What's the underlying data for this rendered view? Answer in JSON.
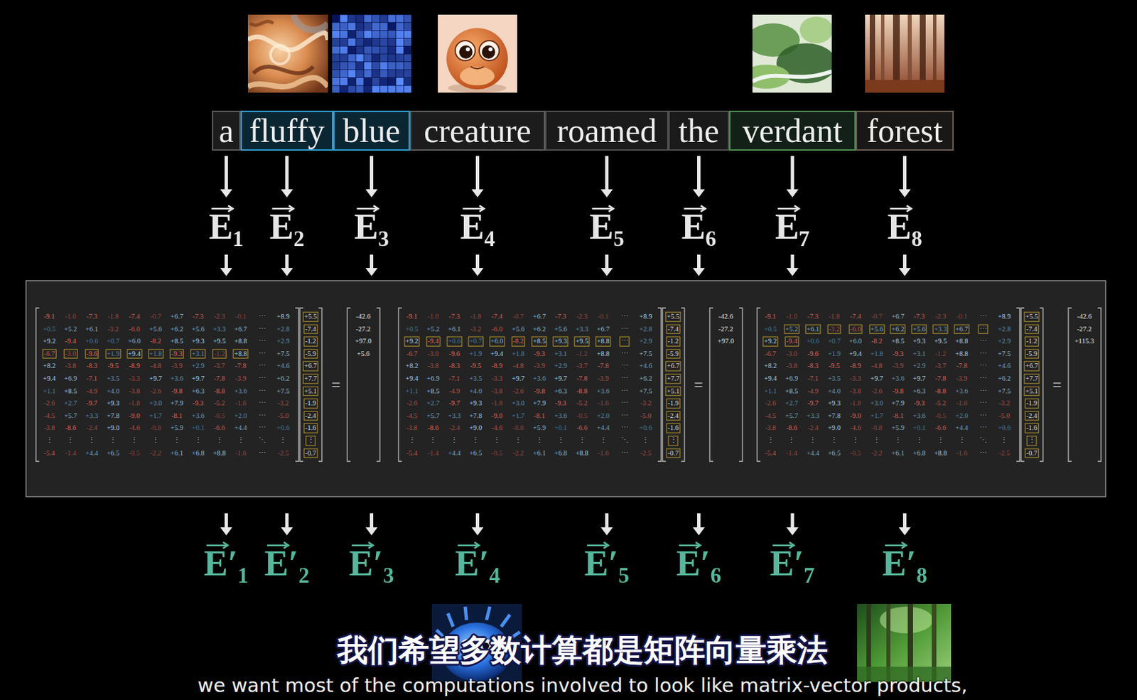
{
  "diagram": {
    "nodes": [
      {
        "text": [
          "a"
        ]
      },
      {
        "text": [
          "fluffy"
        ]
      },
      {
        "text": [
          "blue"
        ]
      },
      {
        "text": [
          "creature"
        ]
      },
      {
        "text": [
          "roamed"
        ]
      },
      {
        "text": [
          "the"
        ]
      },
      {
        "text": [
          "verdant"
        ]
      },
      {
        "text": [
          "forest"
        ]
      }
    ],
    "labels": [
      "E₁",
      "E₂",
      "E₃",
      "E₄",
      "E₅",
      "E₆",
      "E₇",
      "E₈",
      "-9.1",
      "-1.0",
      "-7.3",
      "-1.8",
      "-7.4",
      "-0.7",
      "+6.7",
      "-7.3",
      "-2.3",
      "-0.1",
      "⋯",
      "+8.9",
      "+0.5",
      "+5.2",
      "+6.1",
      "-3.2",
      "-6.0",
      "+5.6",
      "+6.2",
      "+5.6",
      "+3.3",
      "+6.7",
      "⋯",
      "+2.8",
      "+9.2",
      "-9.4",
      "+0.6",
      "+0.7",
      "+6.0",
      "-8.2",
      "+8.5",
      "+9.3",
      "+9.5",
      "+8.8",
      "⋯",
      "+2.9",
      "-6.7",
      "-3.0",
      "-9.6",
      "+1.9",
      "+9.4",
      "+1.8",
      "-9.3",
      "+3.1",
      "-1.2",
      "+8.8",
      "⋯",
      "+7.5",
      "+8.2",
      "-3.8",
      "-8.3",
      "-9.5",
      "-8.9",
      "-4.8",
      "-3.9",
      "+2.9",
      "-3.7",
      "-7.8",
      "⋯",
      "+4.6",
      "+9.4",
      "+6.9",
      "-7.1",
      "+3.5",
      "-3.3",
      "+9.7",
      "+3.6",
      "+9.7",
      "-7.8",
      "-3.9",
      "⋯",
      "+6.2",
      "+1.1",
      "+8.5",
      "-4.9",
      "+4.0",
      "-3.8",
      "-2.6",
      "-9.8",
      "+6.3",
      "-8.8",
      "+3.6",
      "⋯",
      "+7.5",
      "-2.6",
      "+2.7",
      "-9.7",
      "+9.3",
      "-1.8",
      "+3.0",
      "+7.9",
      "-9.3",
      "-5.2",
      "-1.6",
      "⋯",
      "-3.2",
      "-4.5",
      "+5.7",
      "+3.3",
      "+7.8",
      "-9.0",
      "+1.7",
      "-8.1",
      "+3.6",
      "-0.5",
      "+2.0",
      "⋯",
      "-5.0",
      "-3.8",
      "-8.6",
      "-2.4",
      "+9.0",
      "-4.6",
      "-0.8",
      "+5.9",
      "+0.1",
      "-6.6",
      "+4.4",
      "⋯",
      "+0.6",
      "⋮",
      "⋮",
      "⋮",
      "⋮",
      "⋮",
      "⋮",
      "⋮",
      "⋮",
      "⋮",
      "⋮",
      "⋱",
      "⋮",
      "-5.4",
      "-1.4",
      "+4.4",
      "+6.5",
      "-0.5",
      "-2.2",
      "+6.1",
      "+6.8",
      "+8.8",
      "-1.6",
      "⋯",
      "-2.5",
      "+5.5",
      "-7.4",
      "-1.2",
      "-5.9",
      "+6.7",
      "+7.7",
      "+5.1",
      "-1.9",
      "-2.4",
      "-1.6",
      "⋮",
      "-0.7",
      "=",
      "-42.6",
      "-27.2",
      "+97.0",
      "+5.6",
      "-9.1",
      "-1.0",
      "-7.3",
      "-1.8",
      "-7.4",
      "-0.7",
      "+6.7",
      "-7.3",
      "-2.3",
      "-0.1",
      "⋯",
      "+8.9",
      "+0.5",
      "+5.2",
      "+6.1",
      "-3.2",
      "-6.0",
      "+5.6",
      "+6.2",
      "+5.6",
      "+3.3",
      "+6.7",
      "⋯",
      "+2.8",
      "+9.2",
      "-9.4",
      "+0.6",
      "+0.7",
      "+6.0",
      "-8.2",
      "+8.5",
      "+9.3",
      "+9.5",
      "+8.8",
      "⋯",
      "+2.9",
      "-6.7",
      "-3.0",
      "-9.6",
      "+1.9",
      "+9.4",
      "+1.8",
      "-9.3",
      "+3.1",
      "-1.2",
      "+8.8",
      "⋯",
      "+7.5",
      "+8.2",
      "-3.8",
      "-8.3",
      "-9.5",
      "-8.9",
      "-4.8",
      "-3.9",
      "+2.9",
      "-3.7",
      "-7.8",
      "⋯",
      "+4.6",
      "+9.4",
      "+6.9",
      "-7.1",
      "+3.5",
      "-3.3",
      "+9.7",
      "+3.6",
      "+9.7",
      "-7.8",
      "-3.9",
      "⋯",
      "+6.2",
      "+1.1",
      "+8.5",
      "-4.9",
      "+4.0",
      "-3.8",
      "-2.6",
      "-9.8",
      "+6.3",
      "-8.8",
      "+3.6",
      "⋯",
      "+7.5",
      "-2.6",
      "+2.7",
      "-9.7",
      "+9.3",
      "-1.8",
      "+3.0",
      "+7.9",
      "-9.3",
      "-5.2",
      "-1.6",
      "⋯",
      "-3.2",
      "-4.5",
      "+5.7",
      "+3.3",
      "+7.8",
      "-9.0",
      "+1.7",
      "-8.1",
      "+3.6",
      "-0.5",
      "+2.0",
      "⋯",
      "-5.0",
      "-3.8",
      "-8.6",
      "-2.4",
      "+9.0",
      "-4.6",
      "-0.8",
      "+5.9",
      "+0.1",
      "-6.6",
      "+4.4",
      "⋯",
      "+0.6",
      "⋮",
      "⋮",
      "⋮",
      "⋮",
      "⋮",
      "⋮",
      "⋮",
      "⋮",
      "⋮",
      "⋮",
      "⋱",
      "⋮",
      "-5.4",
      "-1.4",
      "+4.4",
      "+6.5",
      "-0.5",
      "-2.2",
      "+6.1",
      "+6.8",
      "+8.8",
      "-1.6",
      "⋯",
      "-2.5",
      "+5.5",
      "-7.4",
      "-1.2",
      "-5.9",
      "+6.7",
      "+7.7",
      "+5.1",
      "-1.9",
      "-2.4",
      "-1.6",
      "⋮",
      "-0.7",
      "=",
      "-42.6",
      "-27.2",
      "+97.0",
      "-9.1",
      "-1.0",
      "-7.3",
      "-1.8",
      "-7.4",
      "-0.7",
      "+6.7",
      "-7.3",
      "-2.3",
      "-0.1",
      "⋯",
      "+8.9",
      "+0.5",
      "+5.2",
      "+6.1",
      "-3.2",
      "-6.0",
      "+5.6",
      "+6.2",
      "+5.6",
      "+3.3",
      "+6.7",
      "⋯",
      "+2.8",
      "+9.2",
      "-9.4",
      "+0.6",
      "+0.7",
      "+6.0",
      "-8.2",
      "+8.5",
      "+9.3",
      "+9.5",
      "+8.8",
      "⋯",
      "+2.9",
      "-6.7",
      "-3.0",
      "-9.6",
      "+1.9",
      "+9.4",
      "+1.8",
      "-9.3",
      "+3.1",
      "-1.2",
      "+8.8",
      "⋯",
      "+7.5",
      "+8.2",
      "-3.8",
      "-8.3",
      "-9.5",
      "-8.9",
      "-4.8",
      "-3.9",
      "+2.9",
      "-3.7",
      "-7.8",
      "⋯",
      "+4.6",
      "+9.4",
      "+6.9",
      "-7.1",
      "+3.5",
      "-3.3",
      "+9.7",
      "+3.6",
      "+9.7",
      "-7.8",
      "-3.9",
      "⋯",
      "+6.2",
      "+1.1",
      "+8.5",
      "-4.9",
      "+4.0",
      "-3.8",
      "-2.6",
      "-9.8",
      "+6.3",
      "-8.8",
      "+3.6",
      "⋯",
      "+7.5",
      "-2.6",
      "+2.7",
      "-9.7",
      "+9.3",
      "-1.8",
      "+3.0",
      "+7.9",
      "-9.3",
      "-5.2",
      "-1.6",
      "⋯",
      "-3.2",
      "-4.5",
      "+5.7",
      "+3.3",
      "+7.8",
      "-9.0",
      "+1.7",
      "-8.1",
      "+3.6",
      "-0.5",
      "+2.0",
      "⋯",
      "-5.0",
      "-3.8",
      "-8.6",
      "-2.4",
      "+9.0",
      "-4.6",
      "-0.8",
      "+5.9",
      "+0.1",
      "-6.6",
      "+4.4",
      "⋯",
      "+0.6",
      "⋮",
      "⋮",
      "⋮",
      "⋮",
      "⋮",
      "⋮",
      "⋮",
      "⋮",
      "⋮",
      "⋮",
      "⋱",
      "⋮",
      "-5.4",
      "-1.4",
      "+4.4",
      "+6.5",
      "-0.5",
      "-2.2",
      "+6.1",
      "+6.8",
      "+8.8",
      "-1.6",
      "⋯",
      "-2.5",
      "+5.5",
      "-7.4",
      "-1.2",
      "-5.9",
      "+6.7",
      "+7.7",
      "+5.1",
      "-1.9",
      "-2.4",
      "-1.6",
      "⋮",
      "-0.7",
      "=",
      "-42.6",
      "-27.2",
      "+115.3",
      "E′₁",
      "E′₂",
      "E′₃",
      "E′₄",
      "E′₅",
      "E′₆",
      "E′₇",
      "E′₈",
      "我们希望多数计算都是矩阵向量乘法",
      "we want most of the computations involved to look like matrix-vector products,"
    ]
  }
}
